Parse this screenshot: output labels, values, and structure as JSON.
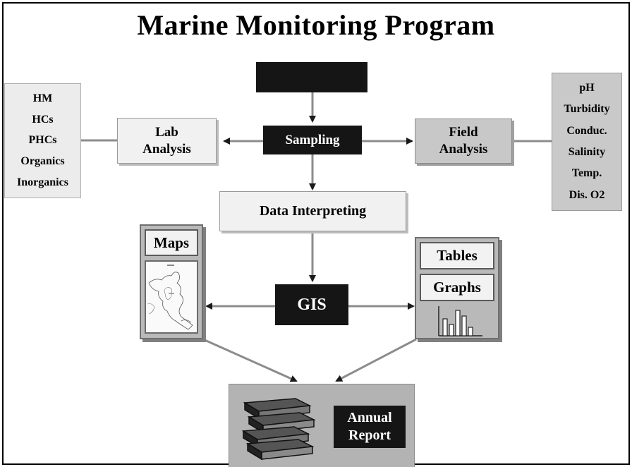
{
  "title": "Marine Monitoring Program",
  "nodes": {
    "sampling": "Sampling",
    "lab_analysis": [
      "Lab",
      "Analysis"
    ],
    "field_analysis": [
      "Field",
      "Analysis"
    ],
    "data_interpreting": "Data Interpreting",
    "gis": "GIS",
    "maps": "Maps",
    "tables": "Tables",
    "graphs": "Graphs",
    "annual_report": [
      "Annual",
      "Report"
    ]
  },
  "lab_parameters": [
    "HM",
    "HCs",
    "PHCs",
    "Organics",
    "Inorganics"
  ],
  "field_parameters": [
    "pH",
    "Turbidity",
    "Conduc.",
    "Salinity",
    "Temp.",
    "Dis. O2"
  ],
  "colors": {
    "dark_box": "#151515",
    "light_box": "#f1f1f1",
    "grey_box": "#c8c8c8",
    "connector": "#8c8c8c",
    "arrowhead": "#1a1a1a"
  },
  "icons": [
    "blank-start-box",
    "map-image",
    "bar-chart-icon",
    "books-icon"
  ]
}
